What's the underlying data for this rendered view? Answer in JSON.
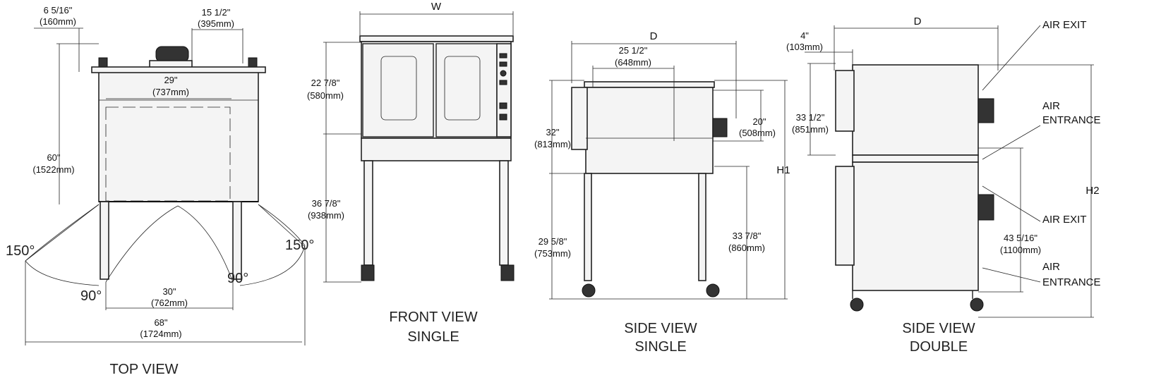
{
  "top_view": {
    "caption": "TOP VIEW",
    "dims": {
      "a": "6 5/16\"",
      "a_mm": "(160mm)",
      "b": "15 1/2\"",
      "b_mm": "(395mm)",
      "c": "29\"",
      "c_mm": "(737mm)",
      "d": "60\"",
      "d_mm": "(1522mm)",
      "e": "30\"",
      "e_mm": "(762mm)",
      "f": "68\"",
      "f_mm": "(1724mm)"
    },
    "angles": {
      "left_150": "150°",
      "right_150": "150°",
      "left_90": "90°",
      "right_90": "90°"
    }
  },
  "front_view": {
    "caption_line1": "FRONT VIEW",
    "caption_line2": "SINGLE",
    "dims": {
      "w": "W",
      "a": "22 7/8\"",
      "a_mm": "(580mm)",
      "b": "36 7/8\"",
      "b_mm": "(938mm)"
    }
  },
  "side_single": {
    "caption_line1": "SIDE VIEW",
    "caption_line2": "SINGLE",
    "dims": {
      "d": "D",
      "a": "25 1/2\"",
      "a_mm": "(648mm)",
      "b": "32\"",
      "b_mm": "(813mm)",
      "c": "20\"",
      "c_mm": "(508mm)",
      "h1": "H1",
      "e": "29 5/8\"",
      "e_mm": "(753mm)",
      "f": "33 7/8\"",
      "f_mm": "(860mm)"
    }
  },
  "side_double": {
    "caption_line1": "SIDE VIEW",
    "caption_line2": "DOUBLE",
    "dims": {
      "d": "D",
      "a": "4\"",
      "a_mm": "(103mm)",
      "b": "33 1/2\"",
      "b_mm": "(851mm)",
      "h2": "H2",
      "c": "43 5/16\"",
      "c_mm": "(1100mm)"
    },
    "labels": {
      "air_exit_1": "AIR EXIT",
      "air_entrance_1a": "AIR",
      "air_entrance_1b": "ENTRANCE",
      "air_exit_2": "AIR EXIT",
      "air_entrance_2a": "AIR",
      "air_entrance_2b": "ENTRANCE"
    }
  }
}
